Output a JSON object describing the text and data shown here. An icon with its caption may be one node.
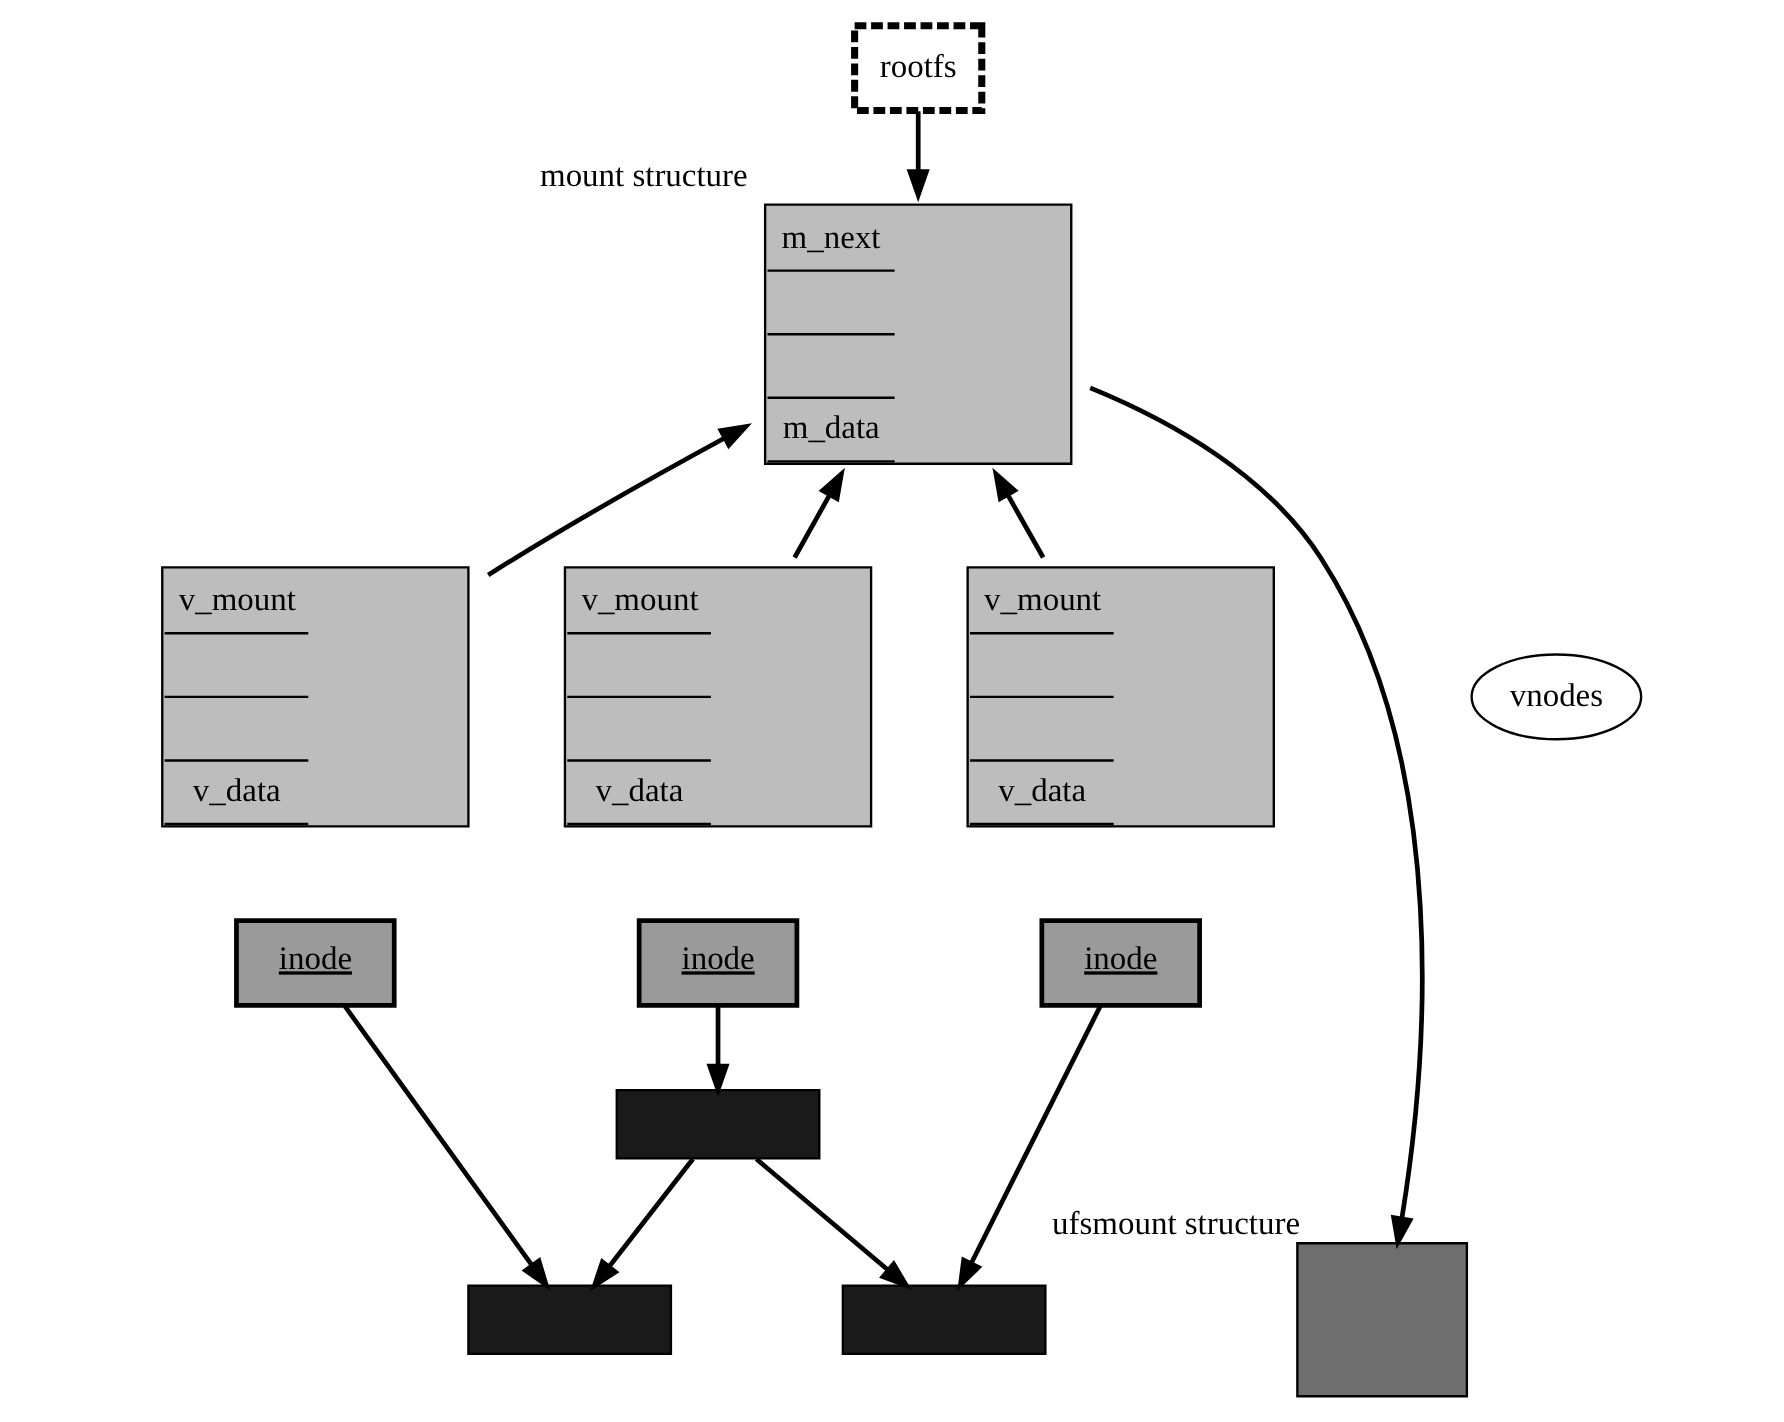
{
  "diagram": {
    "nodes": [
      {
        "text": [
          "rootfs"
        ]
      },
      {
        "text": [
          "m_next",
          "m_data"
        ],
        "beside": [
          "mount structure"
        ]
      },
      {
        "text": [
          "vnodes"
        ]
      },
      {
        "text": [
          "v_mount",
          "v_data"
        ]
      },
      {
        "text": [
          "inode"
        ]
      },
      {
        "text": [
          "v_mount",
          "v_data"
        ]
      },
      {
        "text": [
          "inode"
        ]
      },
      {
        "text": [
          "v_mount",
          "v_data"
        ]
      },
      {
        "text": [
          "inode"
        ]
      },
      {
        "text": [],
        "shape": "box"
      },
      {
        "text": [],
        "shape": "box"
      },
      {
        "text": [],
        "shape": "box"
      },
      {
        "text": [],
        "shape": "box",
        "beside": [
          "ufsmount structure"
        ]
      }
    ],
    "edges": [
      {
        "from": 0,
        "to": 1,
        "arrow": "to"
      },
      {
        "from": 1,
        "to": 12,
        "arrow": "to"
      },
      {
        "from": 3,
        "to": 1,
        "arrow": "to"
      },
      {
        "from": 5,
        "to": 1,
        "arrow": "to"
      },
      {
        "from": 7,
        "to": 1,
        "arrow": "to"
      },
      {
        "from": 4,
        "to": 10,
        "arrow": "to"
      },
      {
        "from": 6,
        "to": 9,
        "arrow": "to"
      },
      {
        "from": 8,
        "to": 11,
        "arrow": "to"
      },
      {
        "from": 9,
        "to": 10,
        "arrow": "to"
      },
      {
        "from": 9,
        "to": 11,
        "arrow": "to"
      }
    ]
  }
}
